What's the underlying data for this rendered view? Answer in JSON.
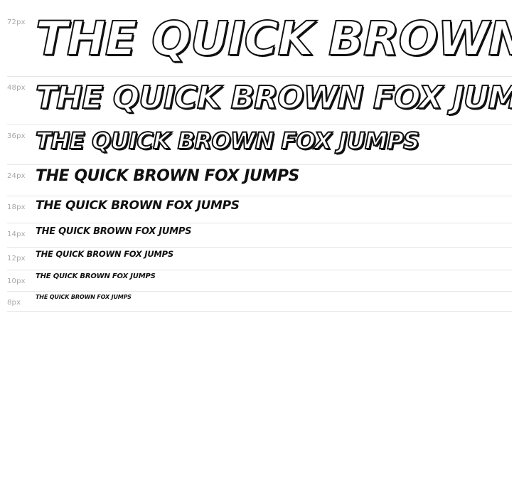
{
  "sample_text": "THE QUICK BROWN FOX jumps",
  "rows": [
    {
      "size_label": "72px",
      "sample": "THE QUICK BROWN FOX jumps"
    },
    {
      "size_label": "48px",
      "sample": "THE QUICK BROWN FOX jumps"
    },
    {
      "size_label": "36px",
      "sample": "THE QUICK BROWN FOX jumps"
    },
    {
      "size_label": "24px",
      "sample": "THE QUICK BROWN FOX jumps"
    },
    {
      "size_label": "18px",
      "sample": "THE QUICK BROWN FOX jumps"
    },
    {
      "size_label": "14px",
      "sample": "THE QUICK BROWN FOX jumps"
    },
    {
      "size_label": "12px",
      "sample": "THE QUICK BROWN FOX jumps"
    },
    {
      "size_label": "10px",
      "sample": "THE QUICK BROWN FOX jumps"
    },
    {
      "size_label": "8px",
      "sample": "THE QUICK BROWN FOX jumps"
    }
  ],
  "colors": {
    "text": "#111111",
    "label": "#a8a8a8",
    "divider": "#e6e6e6",
    "background": "#ffffff"
  }
}
